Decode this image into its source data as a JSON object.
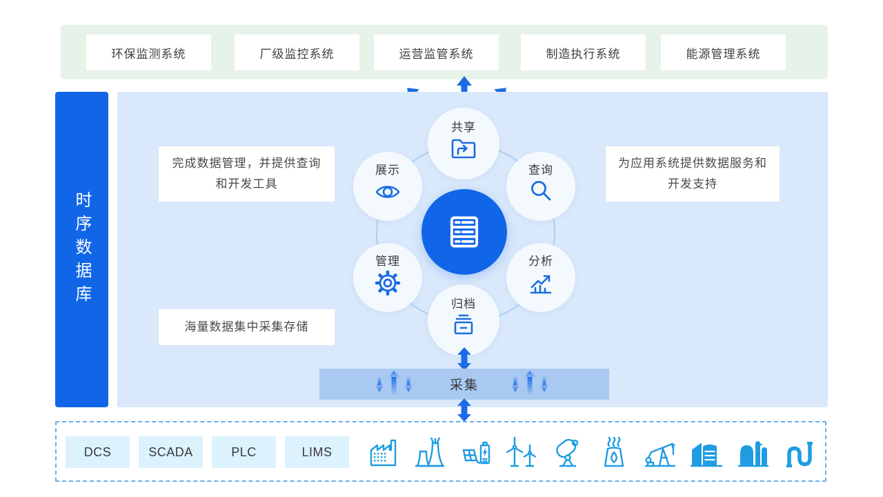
{
  "colors": {
    "primary_blue": "#1166e8",
    "arrow_blue": "#1b6ce4",
    "source_icon_blue": "#1f9ce2",
    "panel_bg": "#d9e8fb",
    "green_bar_bg": "#e7f3e8",
    "collect_bar_bg": "#a9c9f2",
    "protocol_box_bg": "#dcf2fd",
    "ring_stroke": "#aecdf3"
  },
  "top_systems": {
    "items": [
      "环保监测系统",
      "厂级监控系统",
      "运营监管系统",
      "制造执行系统",
      "能源管理系统"
    ]
  },
  "sidebar": {
    "title": "时序数据库"
  },
  "hub": {
    "center_icon": "database-server-icon",
    "nodes": [
      {
        "label": "共享",
        "icon": "share-folder-icon"
      },
      {
        "label": "查询",
        "icon": "search-icon"
      },
      {
        "label": "分析",
        "icon": "analytics-chart-icon"
      },
      {
        "label": "归档",
        "icon": "archive-box-icon"
      },
      {
        "label": "管理",
        "icon": "gear-icon"
      },
      {
        "label": "展示",
        "icon": "eye-icon"
      }
    ]
  },
  "callouts": {
    "top_left_line1": "完成数据管理，并提供查询",
    "top_left_line2": "和开发工具",
    "top_right_line1": "为应用系统提供数据服务和",
    "top_right_line2": "开发支持",
    "bottom_left": "海量数据集中采集存储"
  },
  "collect_bar": {
    "label": "采集"
  },
  "sources": {
    "protocols": [
      "DCS",
      "SCADA",
      "PLC",
      "LIMS"
    ],
    "icons": [
      "factory-icon",
      "power-plant-icon",
      "solar-battery-icon",
      "wind-turbine-icon",
      "mixer-icon",
      "furnace-icon",
      "oil-pump-icon",
      "silo-icon",
      "chemical-tank-icon",
      "pipeline-icon"
    ]
  }
}
